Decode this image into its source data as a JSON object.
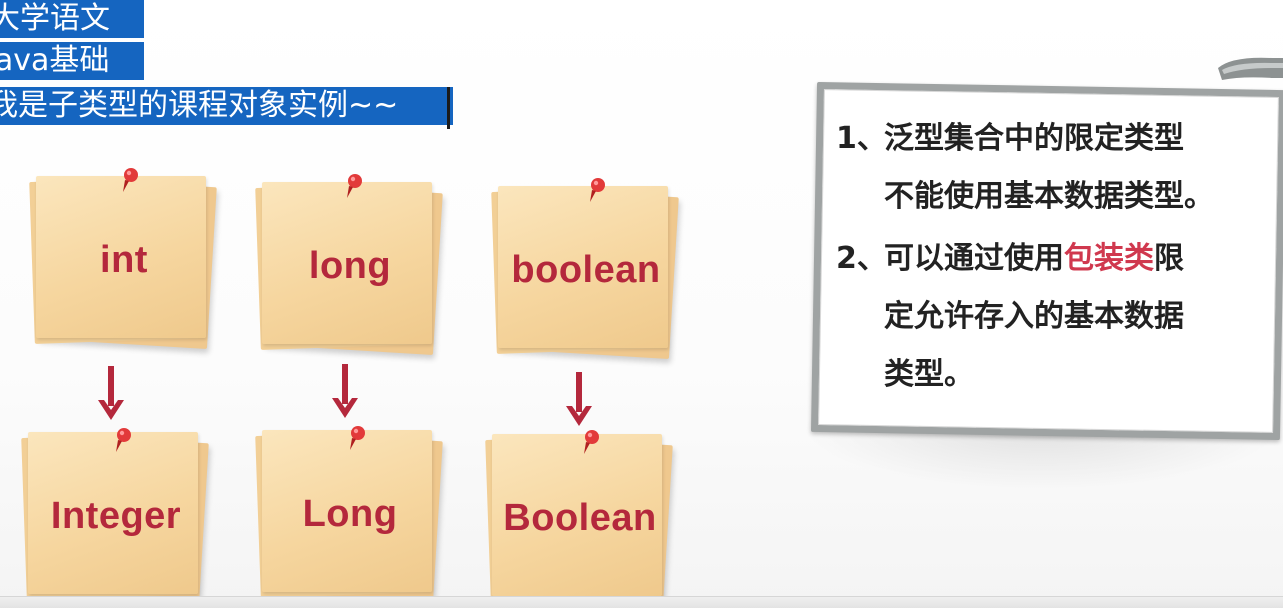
{
  "console": {
    "line1": "大学语文",
    "line2": "Java基础",
    "line3": "我是子类型的课程对象实例~~"
  },
  "notes": {
    "top": [
      "int",
      "long",
      "boolean"
    ],
    "bottom": [
      "Integer",
      "Long",
      "Boolean"
    ]
  },
  "board": {
    "item1_num": "1、",
    "item1_line1": "泛型集合中的限定类型",
    "item1_line2": "不能使用基本数据类型。",
    "item2_num": "2、",
    "item2_pre": "可以通过使用",
    "item2_highlight": "包装类",
    "item2_post": "限",
    "item2_line2": "定允许存入的基本数据",
    "item2_line3": "类型。"
  },
  "colors": {
    "note_text": "#b4283c",
    "arrow": "#b4283c",
    "highlight": "#d0384e",
    "selection": "#1565c0",
    "pin": "#e23a3a"
  },
  "icons": [
    "red-pin-icon",
    "down-arrow-icon",
    "board-clip-icon"
  ]
}
